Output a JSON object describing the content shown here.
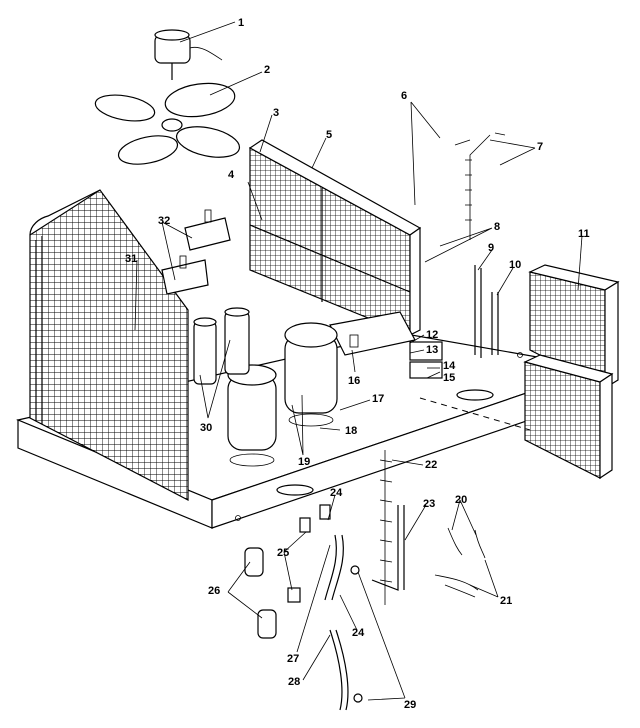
{
  "parts": [
    {
      "id": "1"
    },
    {
      "id": "2"
    },
    {
      "id": "3"
    },
    {
      "id": "4"
    },
    {
      "id": "5"
    },
    {
      "id": "6"
    },
    {
      "id": "7"
    },
    {
      "id": "8"
    },
    {
      "id": "9"
    },
    {
      "id": "10"
    },
    {
      "id": "11"
    },
    {
      "id": "12"
    },
    {
      "id": "13"
    },
    {
      "id": "14"
    },
    {
      "id": "15"
    },
    {
      "id": "16"
    },
    {
      "id": "17"
    },
    {
      "id": "18"
    },
    {
      "id": "19"
    },
    {
      "id": "20"
    },
    {
      "id": "21"
    },
    {
      "id": "22"
    },
    {
      "id": "23"
    },
    {
      "id": "24"
    },
    {
      "id": "25"
    },
    {
      "id": "26"
    },
    {
      "id": "27"
    },
    {
      "id": "28"
    },
    {
      "id": "29"
    },
    {
      "id": "30"
    },
    {
      "id": "31"
    },
    {
      "id": "32"
    }
  ],
  "callouts": {
    "c1": "1",
    "c2": "2",
    "c3": "3",
    "c4": "4",
    "c5": "5",
    "c6": "6",
    "c7": "7",
    "c8": "8",
    "c9": "9",
    "c10": "10",
    "c11": "11",
    "c12": "12",
    "c13": "13",
    "c14": "14",
    "c15": "15",
    "c16": "16",
    "c17": "17",
    "c18": "18",
    "c19": "19",
    "c20": "20",
    "c21": "21",
    "c22": "22",
    "c23": "23",
    "c24a": "24",
    "c24b": "24",
    "c25": "25",
    "c26": "26",
    "c27": "27",
    "c28": "28",
    "c29": "29",
    "c30": "30",
    "c31": "31",
    "c32": "32"
  }
}
